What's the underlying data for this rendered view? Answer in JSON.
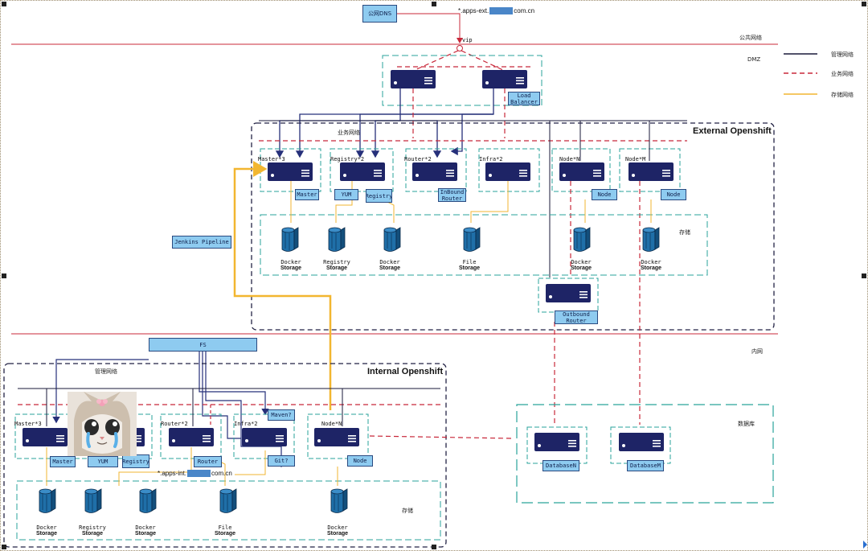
{
  "top": {
    "public_dns": "公网DNS",
    "domain_prefix": "*.apps-ext.",
    "domain_suffix": "com.cn",
    "vip": "vip"
  },
  "zones": {
    "public_net": "公共网络",
    "dmz": "DMZ",
    "business_net": "业务网络",
    "intranet": "内网",
    "mgmt_net": "管理网络",
    "database": "数据库",
    "storage": "存储"
  },
  "legend": [
    {
      "label": "管理网络",
      "color": "#1a1a3a",
      "style": "solid"
    },
    {
      "label": "业务网络",
      "color": "#c8283a",
      "style": "dashed"
    },
    {
      "label": "存储网络",
      "color": "#f2b630",
      "style": "solid"
    }
  ],
  "dmz": {
    "load_balancer": "Load Balancer"
  },
  "external": {
    "title": "External Openshift",
    "groups": {
      "master": "Master*3",
      "registry": "Registry*2",
      "router": "Router*2",
      "infra": "Infra*2",
      "node_n": "Node*N",
      "node_m": "Node*M"
    },
    "tags": {
      "master": "Master",
      "yum": "YUM",
      "registry": "Registry",
      "inbound_router": "InBound Router",
      "node_n": "Node",
      "node_m": "Node",
      "outbound_router": "Outbound Router"
    },
    "storage": [
      {
        "line1": "Docker",
        "line2": "Storage"
      },
      {
        "line1": "Registry",
        "line2": "Storage"
      },
      {
        "line1": "Docker",
        "line2": "Storage"
      },
      {
        "line1": "File",
        "line2": "Storage"
      },
      {
        "line1": "Docker",
        "line2": "Storage"
      },
      {
        "line1": "Docker",
        "line2": "Storage"
      }
    ]
  },
  "jenkins": "Jenkins Pipeline",
  "fs": "FS",
  "internal": {
    "title": "Internal Openshift",
    "groups": {
      "master": "Master*3",
      "router": "Router*2",
      "infra": "Infra*2",
      "node_n": "Node*N"
    },
    "tags": {
      "master": "Master",
      "yum": "YUM",
      "registry": "Registry",
      "router": "Router",
      "maven": "Maven?",
      "git": "Git?",
      "node_n": "Node"
    },
    "domain_prefix": "*.apps-int.",
    "domain_suffix": "com.cn",
    "storage": [
      {
        "line1": "Docker",
        "line2": "Storage"
      },
      {
        "line1": "Registry",
        "line2": "Storage"
      },
      {
        "line1": "Docker",
        "line2": "Storage"
      },
      {
        "line1": "File",
        "line2": "Storage"
      },
      {
        "line1": "Docker",
        "line2": "Storage"
      }
    ]
  },
  "databases": {
    "db_n": "DatabaseN",
    "db_m": "DatabaseM"
  }
}
